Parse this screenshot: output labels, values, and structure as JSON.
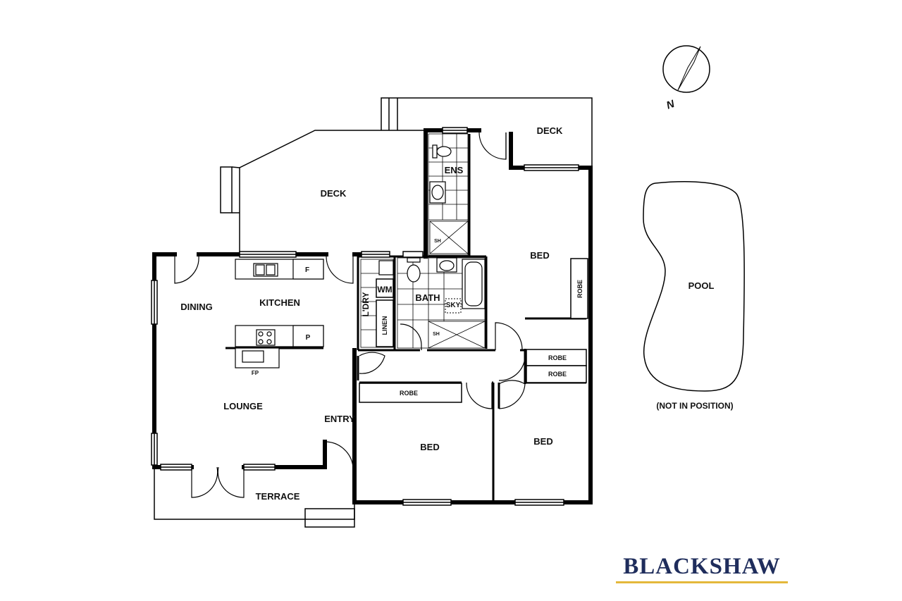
{
  "labels": {
    "deck_main": "DECK",
    "deck_ne": "DECK",
    "ens": "ENS",
    "bed_master": "BED",
    "robe_master": "ROBE",
    "kitchen": "KITCHEN",
    "dining": "DINING",
    "fridge1": "F",
    "pantry": "P",
    "fp": "FP",
    "lounge": "LOUNGE",
    "entry": "ENTRY",
    "terrace": "TERRACE",
    "laundry": "L'DRY",
    "wm": "WM",
    "linen": "LINEN",
    "bath": "BATH",
    "sky": "SKY",
    "sh1": "SH",
    "sh2": "SH",
    "robe_bed2": "ROBE",
    "bed2": "BED",
    "bed3": "BED",
    "robe_bed3a": "ROBE",
    "robe_bed3b": "ROBE",
    "pool": "POOL",
    "pool_note": "(NOT IN POSITION)",
    "north": "N"
  },
  "brand": {
    "name": "BLACKSHAW",
    "text_color": "#1f2d5c",
    "accent_color": "#e4b83b"
  },
  "colors": {
    "wall": "#000000",
    "line": "#000000",
    "background": "#ffffff"
  }
}
